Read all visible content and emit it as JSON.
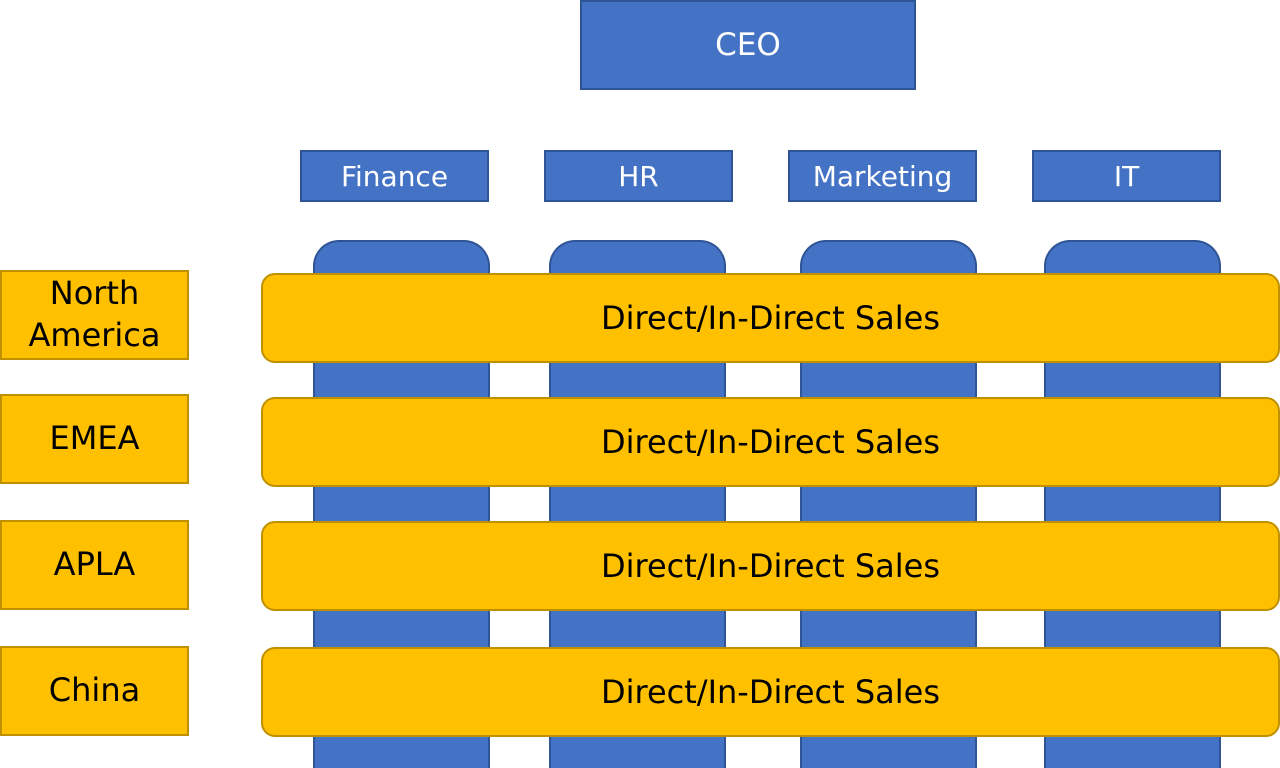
{
  "colors": {
    "blue": "#4472C4",
    "blue_border": "#2F5597",
    "gold": "#FFC000",
    "gold_border": "#BF9000"
  },
  "ceo": {
    "label": "CEO"
  },
  "departments": [
    {
      "label": "Finance"
    },
    {
      "label": "HR"
    },
    {
      "label": "Marketing"
    },
    {
      "label": "IT"
    }
  ],
  "regions": [
    {
      "label": "North America",
      "band_label": "Direct/In-Direct Sales"
    },
    {
      "label": "EMEA",
      "band_label": "Direct/In-Direct Sales"
    },
    {
      "label": "APLA",
      "band_label": "Direct/In-Direct Sales"
    },
    {
      "label": "China",
      "band_label": "Direct/In-Direct Sales"
    }
  ]
}
